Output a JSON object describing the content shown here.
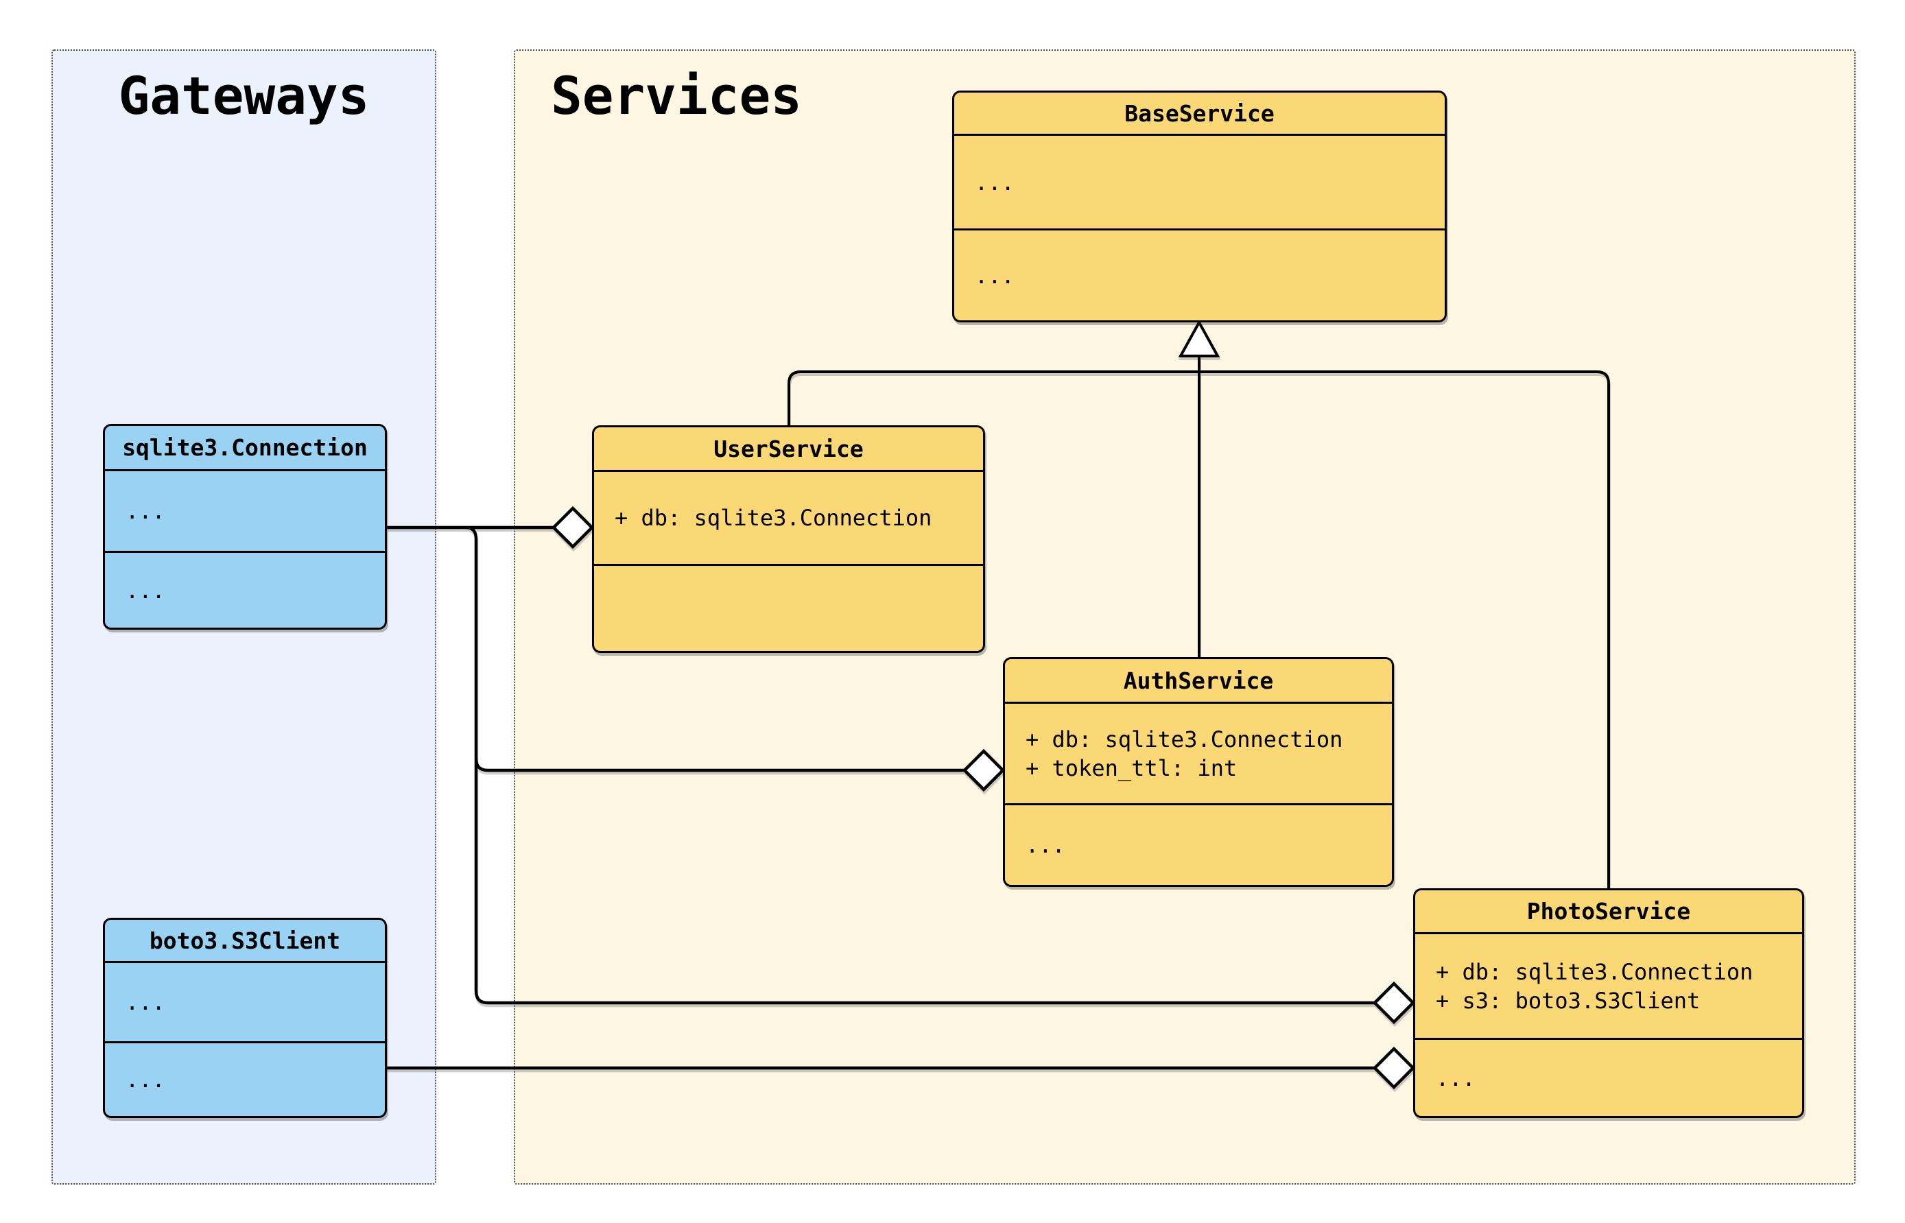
{
  "containers": [
    {
      "id": "gateways",
      "title": "Gateways"
    },
    {
      "id": "services",
      "title": "Services"
    }
  ],
  "classes": [
    {
      "name": "sqlite3.Connection",
      "container": "Gateways",
      "attributes": [
        "..."
      ],
      "methods": [
        "..."
      ]
    },
    {
      "name": "boto3.S3Client",
      "container": "Gateways",
      "attributes": [
        "..."
      ],
      "methods": [
        "..."
      ]
    },
    {
      "name": "BaseService",
      "container": "Services",
      "attributes": [
        "..."
      ],
      "methods": [
        "..."
      ]
    },
    {
      "name": "UserService",
      "container": "Services",
      "attributes": [
        "+ db: sqlite3.Connection"
      ],
      "methods": []
    },
    {
      "name": "AuthService",
      "container": "Services",
      "attributes": [
        "+ db: sqlite3.Connection",
        "+ token_ttl: int"
      ],
      "methods": [
        "..."
      ]
    },
    {
      "name": "PhotoService",
      "container": "Services",
      "attributes": [
        "+ db: sqlite3.Connection",
        "+ s3: boto3.S3Client"
      ],
      "methods": [
        "..."
      ]
    }
  ],
  "relationships": [
    {
      "from": "UserService",
      "to": "BaseService",
      "type": "inheritance"
    },
    {
      "from": "AuthService",
      "to": "BaseService",
      "type": "inheritance"
    },
    {
      "from": "PhotoService",
      "to": "BaseService",
      "type": "inheritance"
    },
    {
      "from": "UserService",
      "to": "sqlite3.Connection",
      "type": "aggregation"
    },
    {
      "from": "AuthService",
      "to": "sqlite3.Connection",
      "type": "aggregation"
    },
    {
      "from": "PhotoService",
      "to": "sqlite3.Connection",
      "type": "aggregation"
    },
    {
      "from": "PhotoService",
      "to": "boto3.S3Client",
      "type": "aggregation"
    }
  ],
  "colors": {
    "service_class_fill": "#FBD876",
    "gateway_class_fill": "#99D2F2",
    "gateways_container_fill": "#EBF2FB",
    "services_container_fill": "#FDF6E3",
    "border": "#000000",
    "page_background": "#FFFFFF"
  }
}
